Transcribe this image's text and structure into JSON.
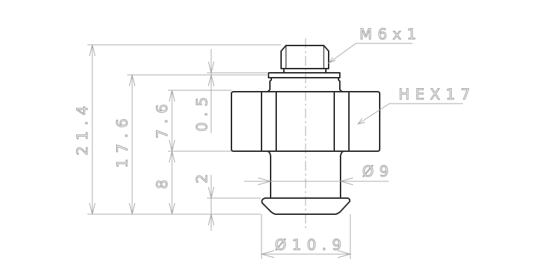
{
  "drawing": {
    "type": "technical-drawing",
    "subject": "threaded fitting side view",
    "colors": {
      "outline": "#2a2a2a",
      "dimension": "#a8a8a8",
      "background": "#ffffff"
    },
    "callouts": {
      "thread": "M6x1",
      "hex": "HEX17"
    },
    "dimensions": {
      "overall_height": "21.4",
      "height_from_collar": "17.6",
      "hex_to_bottom": "7.6",
      "collar_thickness": "0.5",
      "neck_height": "8",
      "flange_height": "2",
      "neck_diameter": "Ø9",
      "flange_diameter": "Ø10.9"
    }
  }
}
